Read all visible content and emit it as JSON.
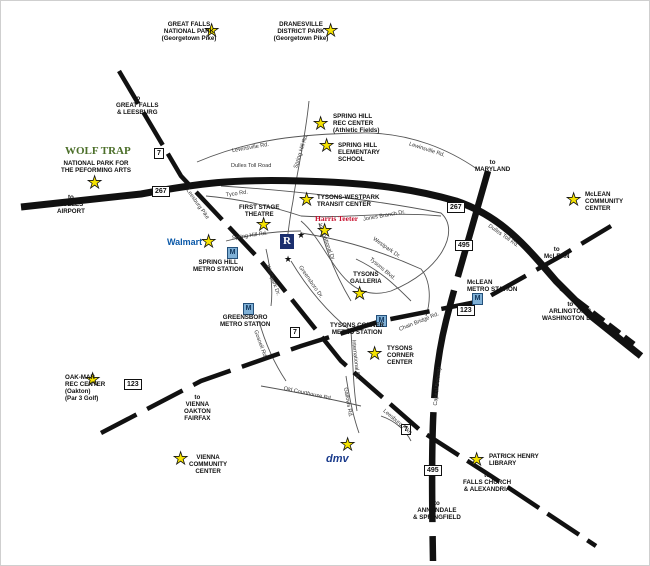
{
  "map": {
    "routes": [
      {
        "id": "rt7",
        "label": "7"
      },
      {
        "id": "rt267",
        "label": "267"
      },
      {
        "id": "rt495",
        "label": "495"
      },
      {
        "id": "rt123",
        "label": "123"
      }
    ],
    "streets": {
      "lewinsville_w": "Lewinsville Rd.",
      "lewinsville_e": "Lewinsville Rd.",
      "spring_hill_n": "Spring Hill Rd.",
      "dulles_toll": "Dulles Toll Road",
      "dulles_toll_e": "Dulles Toll Rd.",
      "tyco": "Tyco Rd.",
      "spring_hill_s": "Spring Hill Rd.",
      "leesburg_n": "Leesburg Pike",
      "jones_branch": "Jones Branch Dr.",
      "westpark": "Westpark Dr.",
      "tysons_blvd": "Tysons Blvd.",
      "greensboro": "Greensboro Dr.",
      "westpark_w": "Westpark Dr.",
      "international_n": "International Dr.",
      "chain_bridge": "Chain Bridge Rd.",
      "gosnell": "Gosnell Rd.",
      "old_courthouse": "Old Courthouse Rd.",
      "international_s": "International Dr.",
      "gallows": "Gallows Rd.",
      "leesburg_s": "Leesburg Pike",
      "capital_beltway": "Capital Beltway"
    },
    "places": {
      "great_falls_park": "GREAT FALLS\nNATIONAL PARK\n(Georgetown Pike)",
      "dranesville_park": "DRANESVILLE\nDISTRICT PARK\n(Georgetown Pike)",
      "spring_hill_rec": "SPRING HILL\nREC CENTER\n(Athletic Fields)",
      "spring_hill_elem": "SPRING HILL\nELEMENTARY\nSCHOOL",
      "wolf_trap_logo": "WOLF TRAP",
      "wolf_trap": "NATIONAL PARK FOR\nTHE PEFORMING ARTS",
      "first_stage": "FIRST STAGE\nTHEATRE",
      "tysons_westpark": "TYSONS-WESTPARK\nTRANSIT CENTER",
      "harris_teeter": "Harris Teeter",
      "walmart": "Walmart",
      "spring_hill_metro": "SPRING HILL\nMETRO STATION",
      "mclean_community": "McLEAN\nCOMMUNITY\nCENTER",
      "tysons_galleria": "TYSONS\nGALLERIA",
      "mclean_metro": "McLEAN\nMETRO STATION",
      "greensboro_metro": "GREENSBORO\nMETRO STATION",
      "tysons_corner_metro": "TYSONS CORNER\nMETRO STATION",
      "tysons_corner_center": "TYSONS\nCORNER\nCENTER",
      "oak_mar": "OAK-MAR\nREC CENTER\n(Oakton)\n(Par 3 Golf)",
      "vienna_community": "VIENNA\nCOMMUNITY\nCENTER",
      "dmv": "dmv",
      "patrick_henry": "PATRICK HENRY\nLIBRARY"
    },
    "directions": {
      "great_falls": "to\nGREAT FALLS\n& LEESBURG",
      "dulles": "to\nDULLES\nAIRPORT",
      "maryland": "to\nMARYLAND",
      "mclean": "to\nMcLEAN",
      "arlington": "to\nARLINGTON &\nWASHINGTON D.C.",
      "vienna": "to\nVIENNA\nOAKTON\nFAIRFAX",
      "falls_church": "to\nFALLS CHURCH\n& ALEXANDRIA",
      "annandale": "to\nANNANDALE\n& SPRINGFIELD"
    },
    "metro_symbol": "M",
    "property_logo": "R",
    "colors": {
      "highway": "#111111",
      "local_road": "#555555",
      "star_fill": "#f6e300",
      "metro_fill": "#7fb0d6",
      "property_logo": "#1b2f6e",
      "harris_teeter": "#c8102e",
      "walmart": "#0a58a8",
      "wolf_trap": "#4c6f2a",
      "dmv": "#1b3c8c"
    }
  }
}
